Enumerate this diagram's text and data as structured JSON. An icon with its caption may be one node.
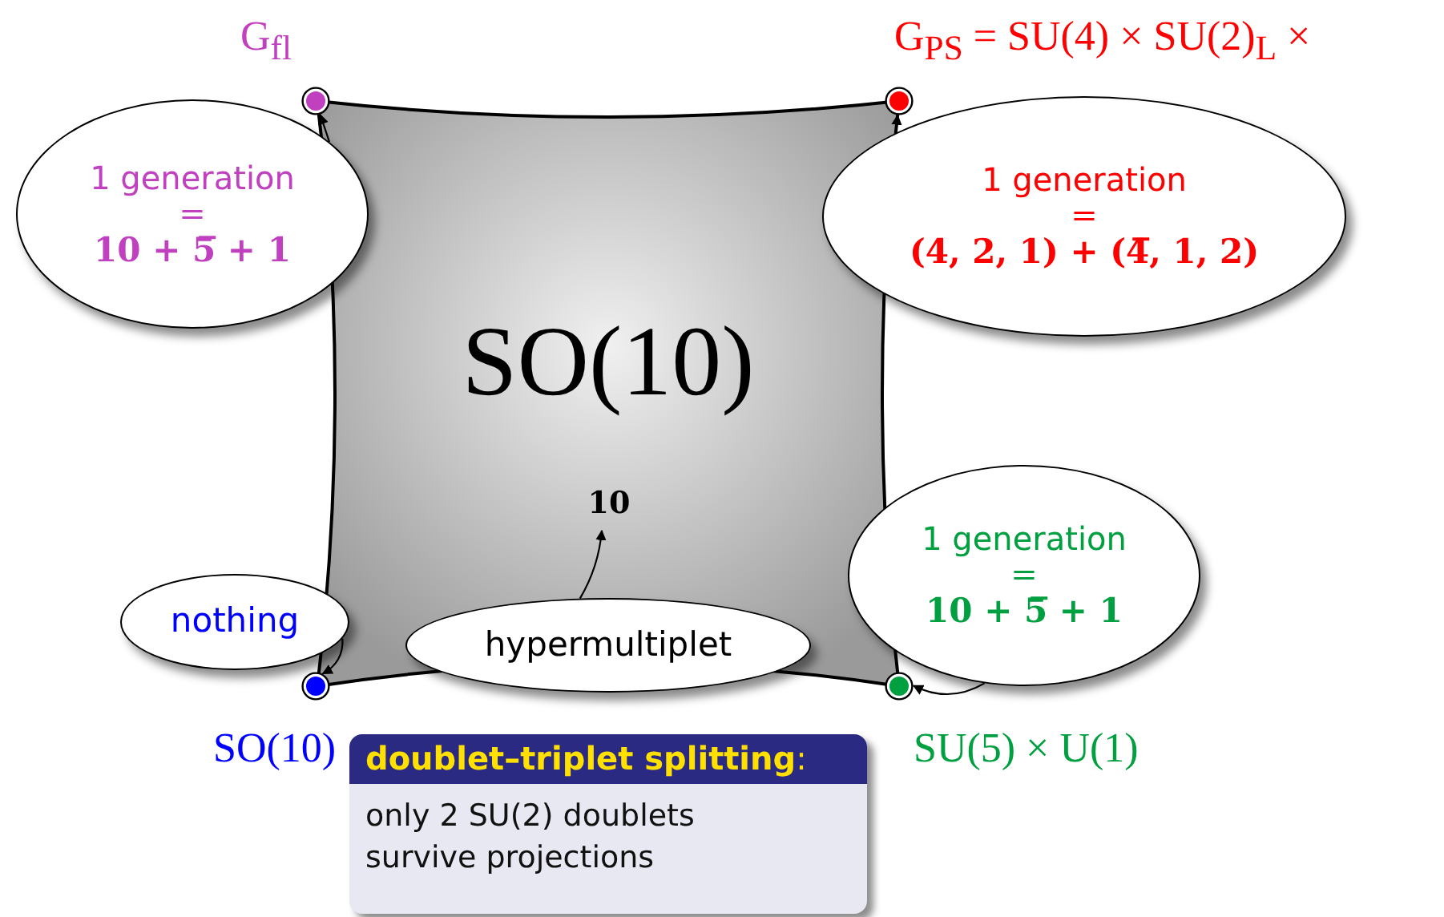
{
  "diagram": {
    "nodes": [
      {
        "text": [],
        "shape": "circle",
        "beside": [
          "G$_{fl}$"
        ]
      },
      {
        "text": [],
        "shape": "circle",
        "beside": [
          "G$_{PS}$ = SU(4) × SU(2)$_{L}$ ×"
        ]
      },
      {
        "text": [
          "1 generation",
          "=",
          "10 + 5̅ + 1"
        ]
      },
      {
        "text": [
          "1 generation",
          "=",
          "(4, 2, 1) + (4̅, 1, 2)"
        ]
      },
      {
        "text": [
          "SO(10)"
        ]
      },
      {
        "text": [
          "10"
        ],
        "in": 4
      },
      {
        "text": [
          "1 generation",
          "=",
          "10 + 5̅ + 1"
        ]
      },
      {
        "text": [
          "nothing"
        ]
      },
      {
        "text": [
          "hypermultiplet"
        ]
      },
      {
        "text": [],
        "shape": "circle",
        "beside": [
          "SO(10)"
        ]
      },
      {
        "text": [],
        "shape": "circle",
        "beside": [
          "SU(5) × U(1)"
        ]
      },
      {
        "text": [
          "**doublet–triplet splitting**:",
          "only 2 SU(2) doublets survive projections"
        ]
      }
    ],
    "edges": [
      {
        "from": 2,
        "to": 0,
        "arrow": "to"
      },
      {
        "from": 3,
        "to": 1,
        "arrow": "to"
      },
      {
        "from": 6,
        "to": 10,
        "arrow": "to"
      },
      {
        "from": 7,
        "to": 9,
        "arrow": "to"
      },
      {
        "from": 8,
        "to": 5,
        "arrow": "to"
      }
    ]
  }
}
